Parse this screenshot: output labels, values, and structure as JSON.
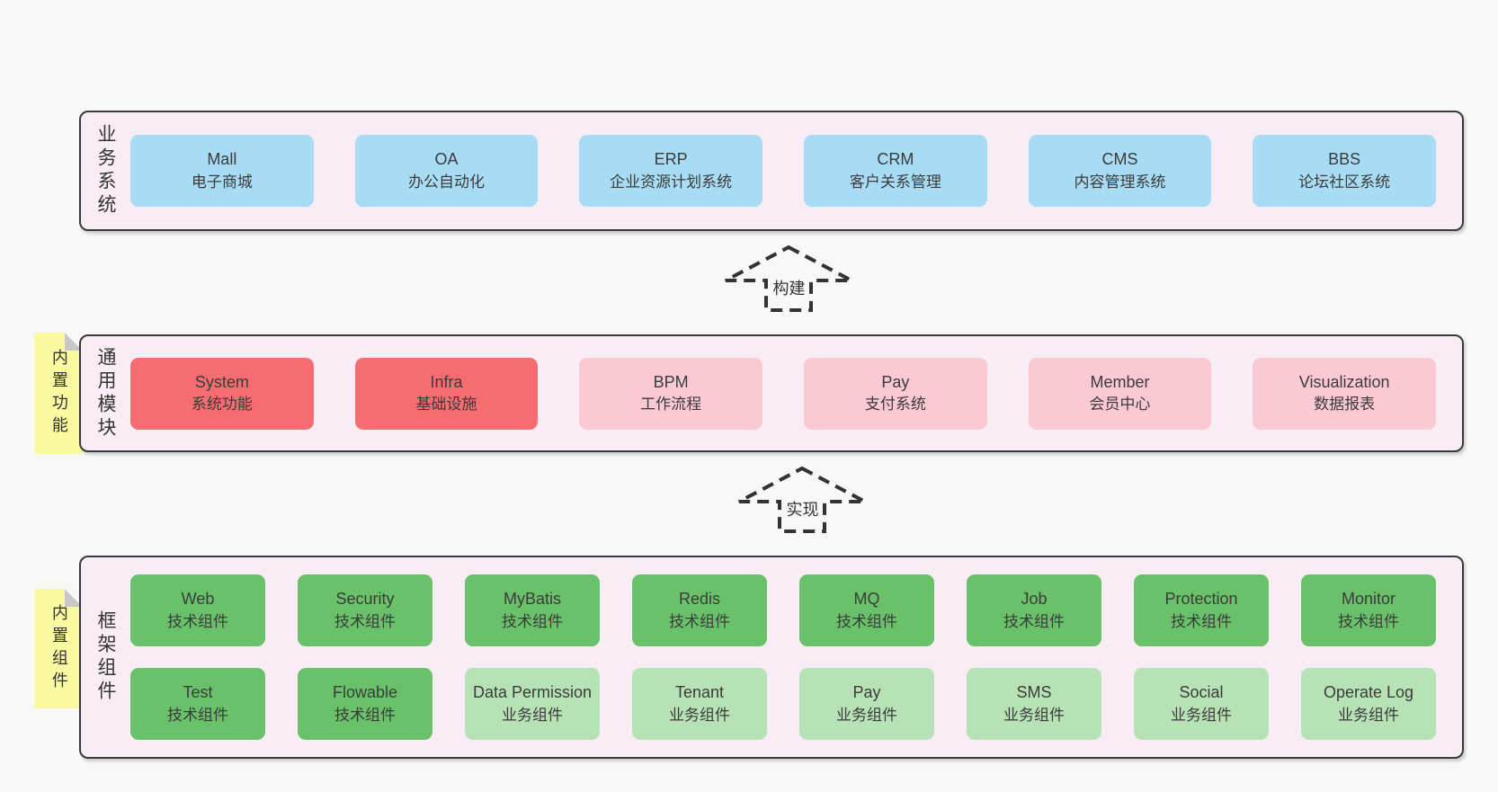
{
  "colors": {
    "page_bg": "#f8f8f8",
    "panel_bg": "#f8edf5",
    "panel_border": "#3a3a3a",
    "box_blue": "#a8dcf4",
    "box_red": "#f66d71",
    "box_pink": "#fac9d4",
    "box_green_dark": "#69c169",
    "box_green_light": "#b7e2b5",
    "note_yellow": "#fafaa0",
    "note_fold_gray": "#c8c8c8",
    "text": "#3b3b3b"
  },
  "arrows": [
    {
      "label": "构建"
    },
    {
      "label": "实现"
    }
  ],
  "layers": {
    "business": {
      "label": "业务系统",
      "boxes": [
        {
          "en": "Mall",
          "zh": "电子商城",
          "variant": "blue"
        },
        {
          "en": "OA",
          "zh": "办公自动化",
          "variant": "blue"
        },
        {
          "en": "ERP",
          "zh": "企业资源计划系统",
          "variant": "blue"
        },
        {
          "en": "CRM",
          "zh": "客户关系管理",
          "variant": "blue"
        },
        {
          "en": "CMS",
          "zh": "内容管理系统",
          "variant": "blue"
        },
        {
          "en": "BBS",
          "zh": "论坛社区系统",
          "variant": "blue"
        }
      ]
    },
    "modules": {
      "label": "通用模块",
      "note": "内置功能",
      "boxes": [
        {
          "en": "System",
          "zh": "系统功能",
          "variant": "red"
        },
        {
          "en": "Infra",
          "zh": "基础设施",
          "variant": "red"
        },
        {
          "en": "BPM",
          "zh": "工作流程",
          "variant": "pink"
        },
        {
          "en": "Pay",
          "zh": "支付系统",
          "variant": "pink"
        },
        {
          "en": "Member",
          "zh": "会员中心",
          "variant": "pink"
        },
        {
          "en": "Visualization",
          "zh": "数据报表",
          "variant": "pink"
        }
      ]
    },
    "framework": {
      "label": "框架组件",
      "note": "内置组件",
      "row1": [
        {
          "en": "Web",
          "zh": "技术组件",
          "variant": "green_dark"
        },
        {
          "en": "Security",
          "zh": "技术组件",
          "variant": "green_dark"
        },
        {
          "en": "MyBatis",
          "zh": "技术组件",
          "variant": "green_dark"
        },
        {
          "en": "Redis",
          "zh": "技术组件",
          "variant": "green_dark"
        },
        {
          "en": "MQ",
          "zh": "技术组件",
          "variant": "green_dark"
        },
        {
          "en": "Job",
          "zh": "技术组件",
          "variant": "green_dark"
        },
        {
          "en": "Protection",
          "zh": "技术组件",
          "variant": "green_dark"
        },
        {
          "en": "Monitor",
          "zh": "技术组件",
          "variant": "green_dark"
        }
      ],
      "row2": [
        {
          "en": "Test",
          "zh": "技术组件",
          "variant": "green_dark"
        },
        {
          "en": "Flowable",
          "zh": "技术组件",
          "variant": "green_dark"
        },
        {
          "en": "Data Permission",
          "zh": "业务组件",
          "variant": "green_light"
        },
        {
          "en": "Tenant",
          "zh": "业务组件",
          "variant": "green_light"
        },
        {
          "en": "Pay",
          "zh": "业务组件",
          "variant": "green_light"
        },
        {
          "en": "SMS",
          "zh": "业务组件",
          "variant": "green_light"
        },
        {
          "en": "Social",
          "zh": "业务组件",
          "variant": "green_light"
        },
        {
          "en": "Operate Log",
          "zh": "业务组件",
          "variant": "green_light"
        }
      ]
    }
  }
}
